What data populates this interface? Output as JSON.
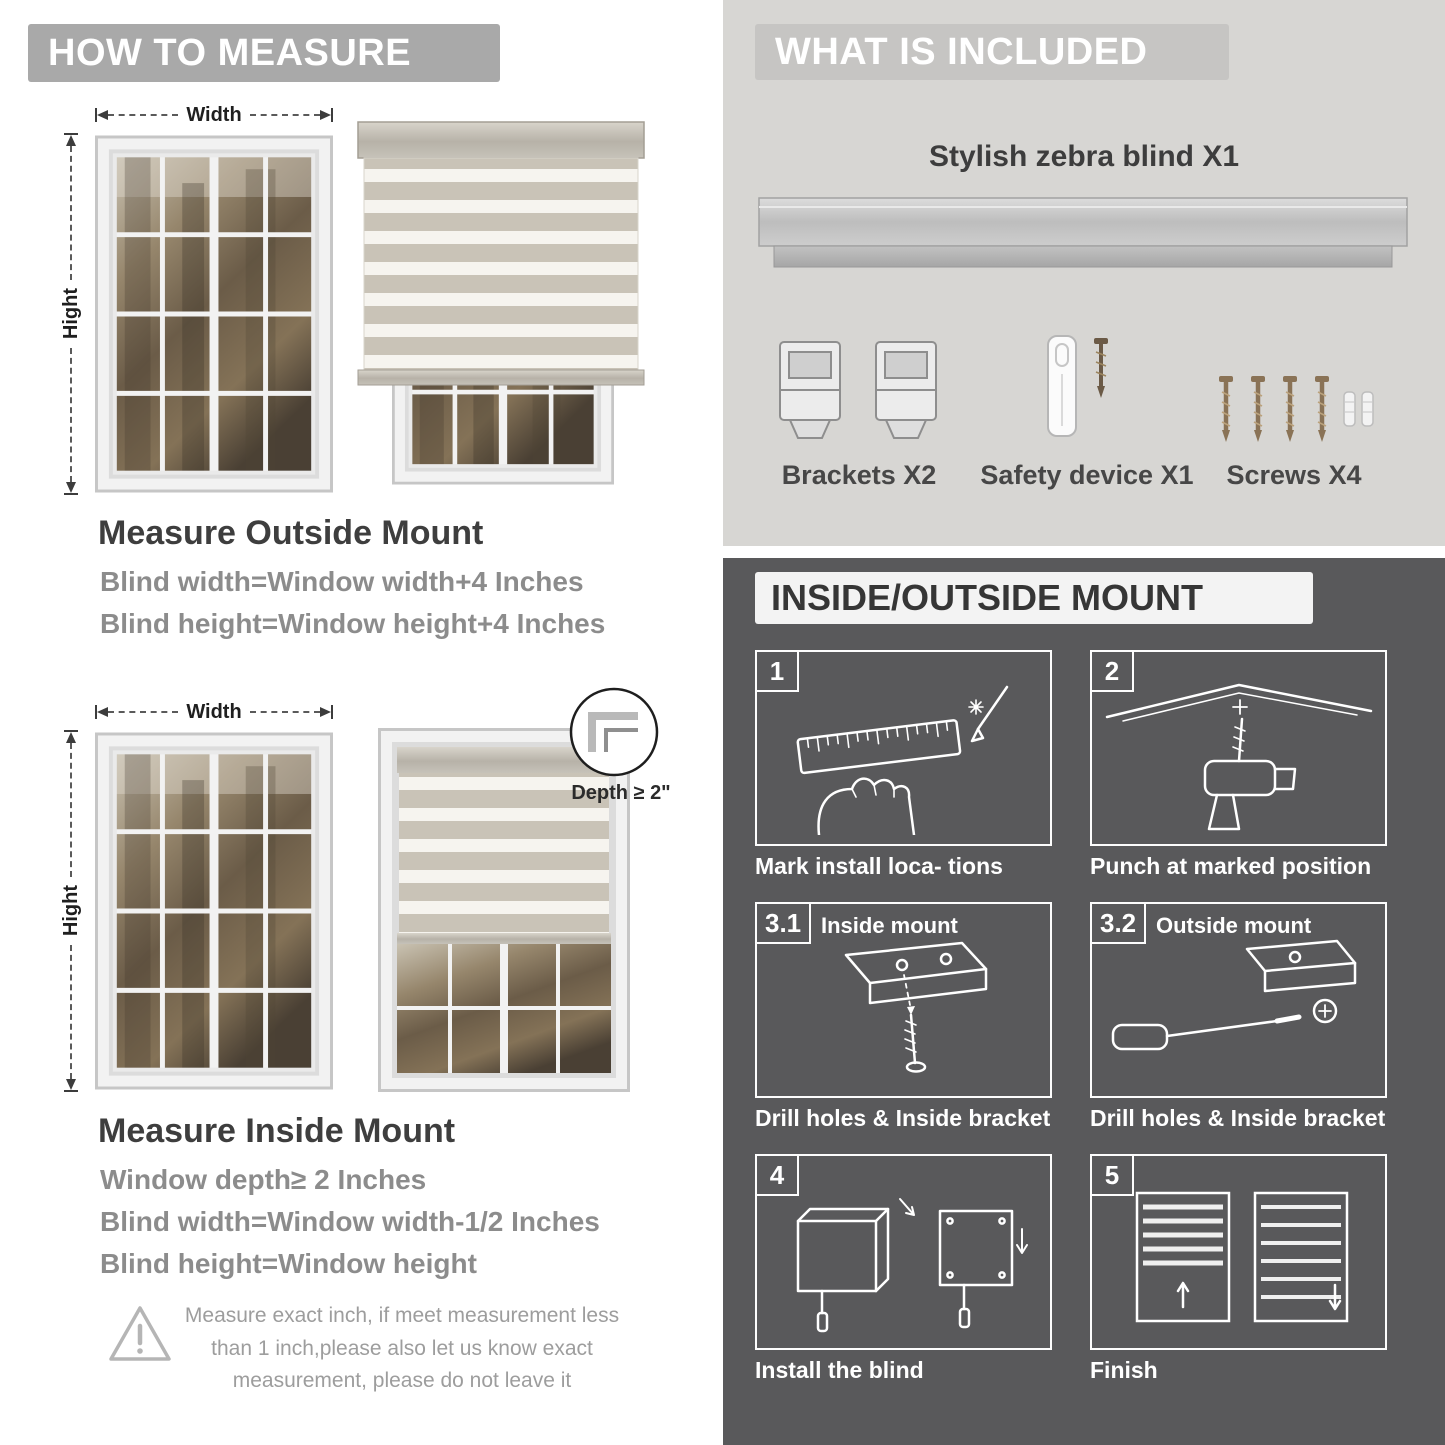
{
  "left": {
    "banner": "HOW TO MEASURE",
    "outside": {
      "width_label": "Width",
      "height_label": "Hight",
      "title": "Measure Outside Mount",
      "lines": [
        "Blind width=Window width+4 Inches",
        "Blind height=Window height+4 Inches"
      ]
    },
    "inside": {
      "width_label": "Width",
      "height_label": "Hight",
      "depth_label": "Depth ≥ 2\"",
      "title": "Measure Inside Mount",
      "lines": [
        "Window depth≥ 2 Inches",
        "Blind width=Window width-1/2 Inches",
        "Blind height=Window height"
      ]
    },
    "warning_text": "Measure exact inch, if meet measurement less than 1 inch,please also let us know exact measurement, please do not leave it"
  },
  "included": {
    "banner": "WHAT IS INCLUDED",
    "product_label": "Stylish zebra blind X1",
    "items": [
      {
        "name": "brackets",
        "label": "Brackets X2"
      },
      {
        "name": "safety-device",
        "label": "Safety device X1"
      },
      {
        "name": "screws",
        "label": "Screws X4"
      }
    ]
  },
  "mount": {
    "banner": "INSIDE/OUTSIDE MOUNT",
    "steps": [
      {
        "num": "1",
        "title": "",
        "caption": "Mark install loca- tions"
      },
      {
        "num": "2",
        "title": "",
        "caption": "Punch at  marked position"
      },
      {
        "num": "3.1",
        "title": "Inside mount",
        "caption": "Drill holes &  Inside bracket"
      },
      {
        "num": "3.2",
        "title": "Outside mount",
        "caption": "Drill holes &  Inside bracket"
      },
      {
        "num": "4",
        "title": "",
        "caption": "Install the blind"
      },
      {
        "num": "5",
        "title": "",
        "caption": "Finish"
      }
    ]
  },
  "colors": {
    "left_banner": "#a9a9a9",
    "included_bg": "#d7d6d3",
    "included_banner": "#c6c5c3",
    "dark_bg": "#59595b",
    "heading_text": "#3e3e3e",
    "muted_text": "#8c8c8c"
  }
}
